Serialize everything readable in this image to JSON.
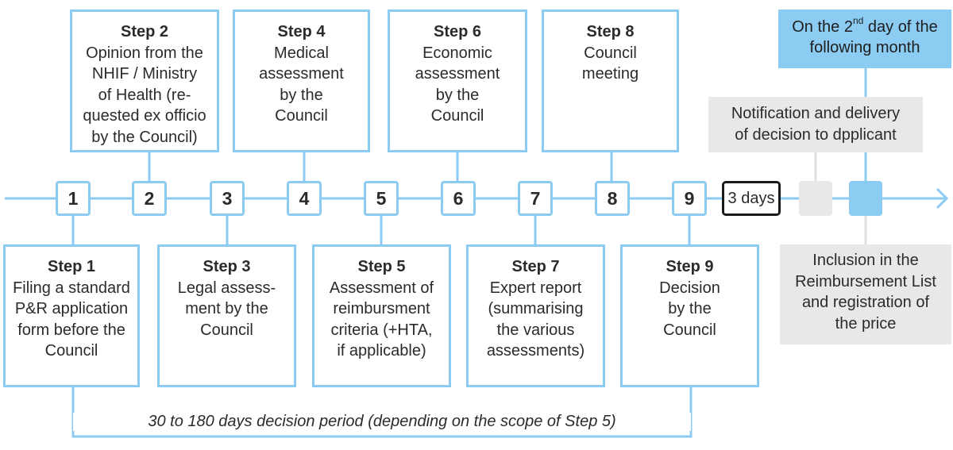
{
  "top_steps": [
    {
      "title": "Step 2",
      "lines": [
        "Opinion from the",
        "NHIF / Ministry",
        "of Health (re-",
        "quested ex officio",
        "by the Council)"
      ]
    },
    {
      "title": "Step 4",
      "lines": [
        "Medical",
        "assessment",
        "by the",
        "Council"
      ]
    },
    {
      "title": "Step 6",
      "lines": [
        "Economic",
        "assessment",
        "by the",
        "Council"
      ]
    },
    {
      "title": "Step 8",
      "lines": [
        "Council",
        "meeting"
      ]
    }
  ],
  "bottom_steps": [
    {
      "title": "Step 1",
      "lines": [
        "Filing a standard",
        "P&R application",
        "form before the",
        "Council"
      ]
    },
    {
      "title": "Step 3",
      "lines": [
        "Legal assess-",
        "ment by the",
        "Council"
      ]
    },
    {
      "title": "Step 5",
      "lines": [
        "Assessment of",
        "reimbursment",
        "criteria (+HTA,",
        "if applicable)"
      ]
    },
    {
      "title": "Step 7",
      "lines": [
        "Expert report",
        "(summarising",
        "the various",
        "assessments)"
      ]
    },
    {
      "title": "Step 9",
      "lines": [
        "Decision",
        "by the",
        "Council"
      ]
    }
  ],
  "timeline_numbers": [
    "1",
    "2",
    "3",
    "4",
    "5",
    "6",
    "7",
    "8",
    "9"
  ],
  "days_label": "3 days",
  "notification": {
    "lines": [
      "Notification and delivery",
      "of decision to dpplicant"
    ]
  },
  "second_day": {
    "pre": "On the 2",
    "sup": "nd",
    "post": " day of the",
    "line2": "following month"
  },
  "inclusion": {
    "lines": [
      "Inclusion in the",
      "Reimbursement List",
      "and registration of",
      "the price"
    ]
  },
  "period_label": "30 to 180 days decision period (depending on the scope of Step 5)",
  "colors": {
    "accent": "#8ccbf2",
    "grey": "#e8e8e8",
    "text": "#2b2b2b",
    "days_border": "#1a1a1a"
  }
}
